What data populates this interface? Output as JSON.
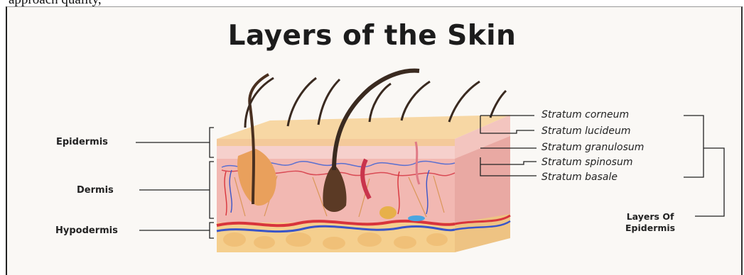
{
  "caption": "approach quality,",
  "title": "Layers of the Skin",
  "left_labels": {
    "epidermis": "Epidermis",
    "dermis": "Dermis",
    "hypodermis": "Hypodermis"
  },
  "strata": [
    "Stratum corneum",
    "Stratum lucideum",
    "Stratum granulosum",
    "Stratum spinosum",
    "Stratum basale"
  ],
  "group_label": {
    "line1": "Layers Of",
    "line2": "Epidermis"
  },
  "colors": {
    "epidermis_top": "#f7d7a4",
    "epidermis_pink": "#f6c9c6",
    "dermis": "#f2b8b2",
    "hypodermis": "#f5cf8e",
    "hair": "#3a2a20",
    "artery": "#d8343c",
    "vein": "#3a55c8"
  }
}
